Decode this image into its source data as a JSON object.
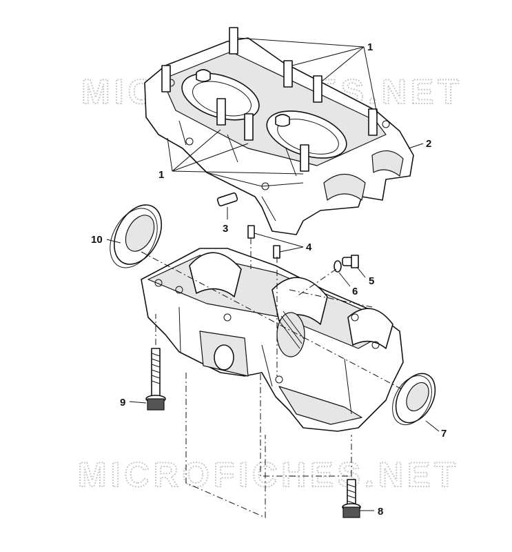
{
  "watermarks": [
    "MICROFICHES.NET",
    "MICROFICHES.NET"
  ],
  "callouts": {
    "c1a": "1",
    "c1b": "1",
    "c2": "2",
    "c3": "3",
    "c4": "4",
    "c5": "5",
    "c6": "6",
    "c7": "7",
    "c8": "8",
    "c9": "9",
    "c10": "10"
  }
}
